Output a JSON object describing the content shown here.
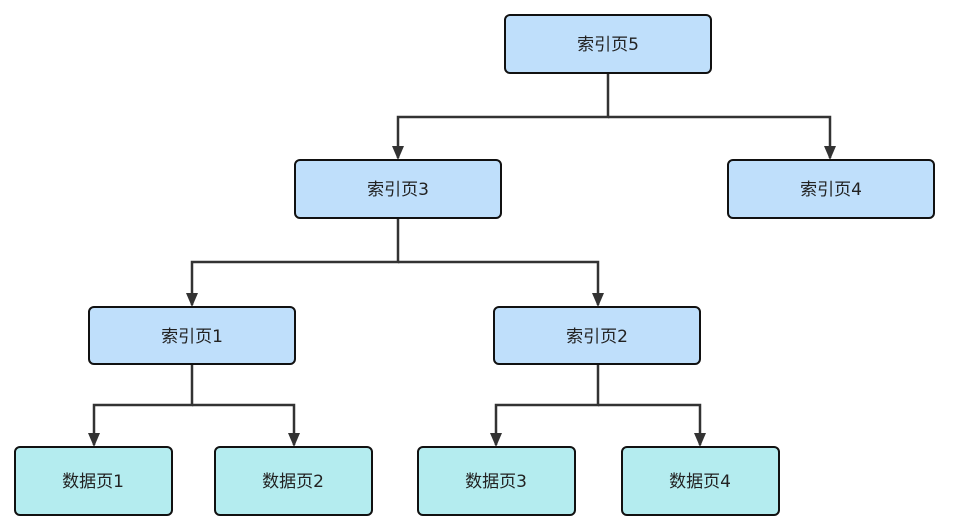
{
  "colors": {
    "index_page_fill": "#bfdffb",
    "data_page_fill": "#b4ecef",
    "border": "#111111",
    "connector": "#333333",
    "text": "#222222"
  },
  "nodes": {
    "index5": "索引页5",
    "index3": "索引页3",
    "index4": "索引页4",
    "index1": "索引页1",
    "index2": "索引页2",
    "data1": "数据页1",
    "data2": "数据页2",
    "data3": "数据页3",
    "data4": "数据页4"
  }
}
